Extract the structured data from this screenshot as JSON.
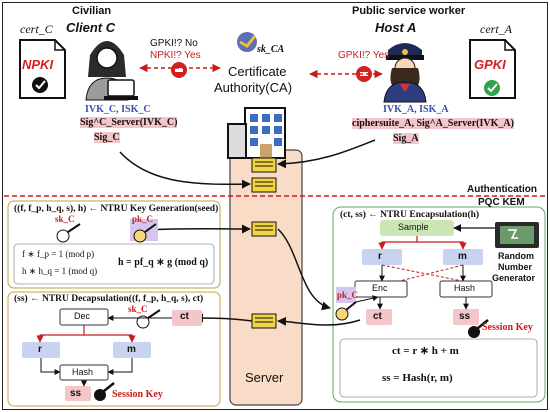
{
  "top": {
    "civilian_label": "Civilian",
    "client_name": "Client C",
    "public_worker_label": "Public service worker",
    "host_name": "Host A",
    "ca_label_line1": "Certificate",
    "ca_label_line2": "Authority(CA)",
    "ca_key": "sk_CA",
    "client_query_line1": "GPKI!? No",
    "client_query_line2": "NPKI!? Yes",
    "host_query": "GPKI!? Yes",
    "cert_c": "cert_C",
    "cert_c_doc": "NPKI",
    "cert_a": "cert_A",
    "cert_a_doc": "GPKI",
    "client_keys": "IVK_C, ISK_C",
    "client_sig_server": "Sig^C_Server(IVK_C)",
    "client_sig": "Sig_C",
    "host_keys": "IVK_A, ISK_A",
    "host_cipher": "ciphersuite_A, Sig^A_Server(IVK_A)",
    "host_sig": "Sig_A"
  },
  "auth": {
    "title": "Authentication",
    "pqc": "PQC KEM",
    "rng_line1": "Random",
    "rng_line2": "Number",
    "rng_line3": "Generator",
    "server_label": "Server"
  },
  "keygen": {
    "title": "((f, f_p, h_q, s), h) ← NTRU Key Generation(seed)",
    "sk": "sk_C",
    "pk": "pk_C",
    "eq1": "f ∗ f_p = 1 (mod p)",
    "eq2": "h ∗ h_q = 1 (mod q)",
    "eq3": "h = pf_q ∗ g (mod q)"
  },
  "decap": {
    "title": "(ss) ← NTRU Decapsulation((f, f_p, h_q, s), ct)",
    "dec": "Dec",
    "sk": "sk_C",
    "ct": "ct",
    "r": "r",
    "m": "m",
    "hash": "Hash",
    "ss": "ss",
    "session_key": "Session Key"
  },
  "encap": {
    "title": "(ct, ss) ← NTRU Encapsulation(h)",
    "sample": "Sample",
    "r": "r",
    "m": "m",
    "enc": "Enc",
    "hash": "Hash",
    "pk": "pk_C",
    "ct": "ct",
    "ss": "ss",
    "session_key": "Session Key",
    "eq1": "ct = r ∗ h + m",
    "eq2": "ss = Hash(r, m)"
  },
  "colors": {
    "server_fill": "#f9dcc8",
    "key_fill": "#f7d676",
    "red": "#d42020",
    "blue_box": "#c8d3ef",
    "green_box": "#c9e6b4",
    "pink": "#f4c5c9",
    "dashed_red": "#c81c1c"
  }
}
